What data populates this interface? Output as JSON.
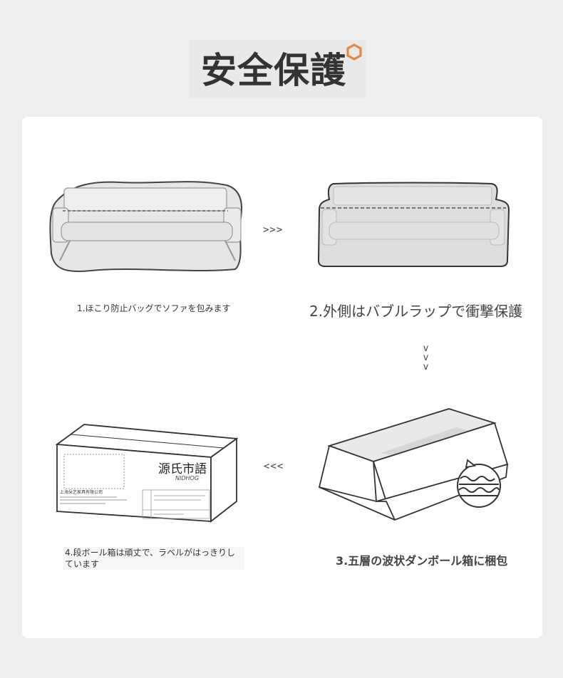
{
  "header": {
    "title": "安全保護",
    "accent_color": "#e08a4a",
    "icon": "hexagon-icon"
  },
  "steps": [
    {
      "caption": "1.ほこり防止バッグでソファを包みます",
      "image": "sofa-wrapped-dust-bag"
    },
    {
      "caption": "2.外側はバブルラップで衝撃保護",
      "image": "sofa-bubble-wrap"
    },
    {
      "caption": "3.五層の波状ダンボール箱に梱包",
      "image": "open-corrugated-box"
    },
    {
      "caption": "4.段ボール箱は頑丈で、ラベルがはっきりしています",
      "image": "sealed-labeled-box"
    }
  ],
  "arrows": {
    "step1_to_2": ">>>",
    "step2_to_3": "v v v",
    "step3_to_4": "<<<"
  },
  "box_label": {
    "brand": "源氏市語",
    "brand_sub": "NIDHOG",
    "company": "上海朵艺家具有限公司"
  }
}
